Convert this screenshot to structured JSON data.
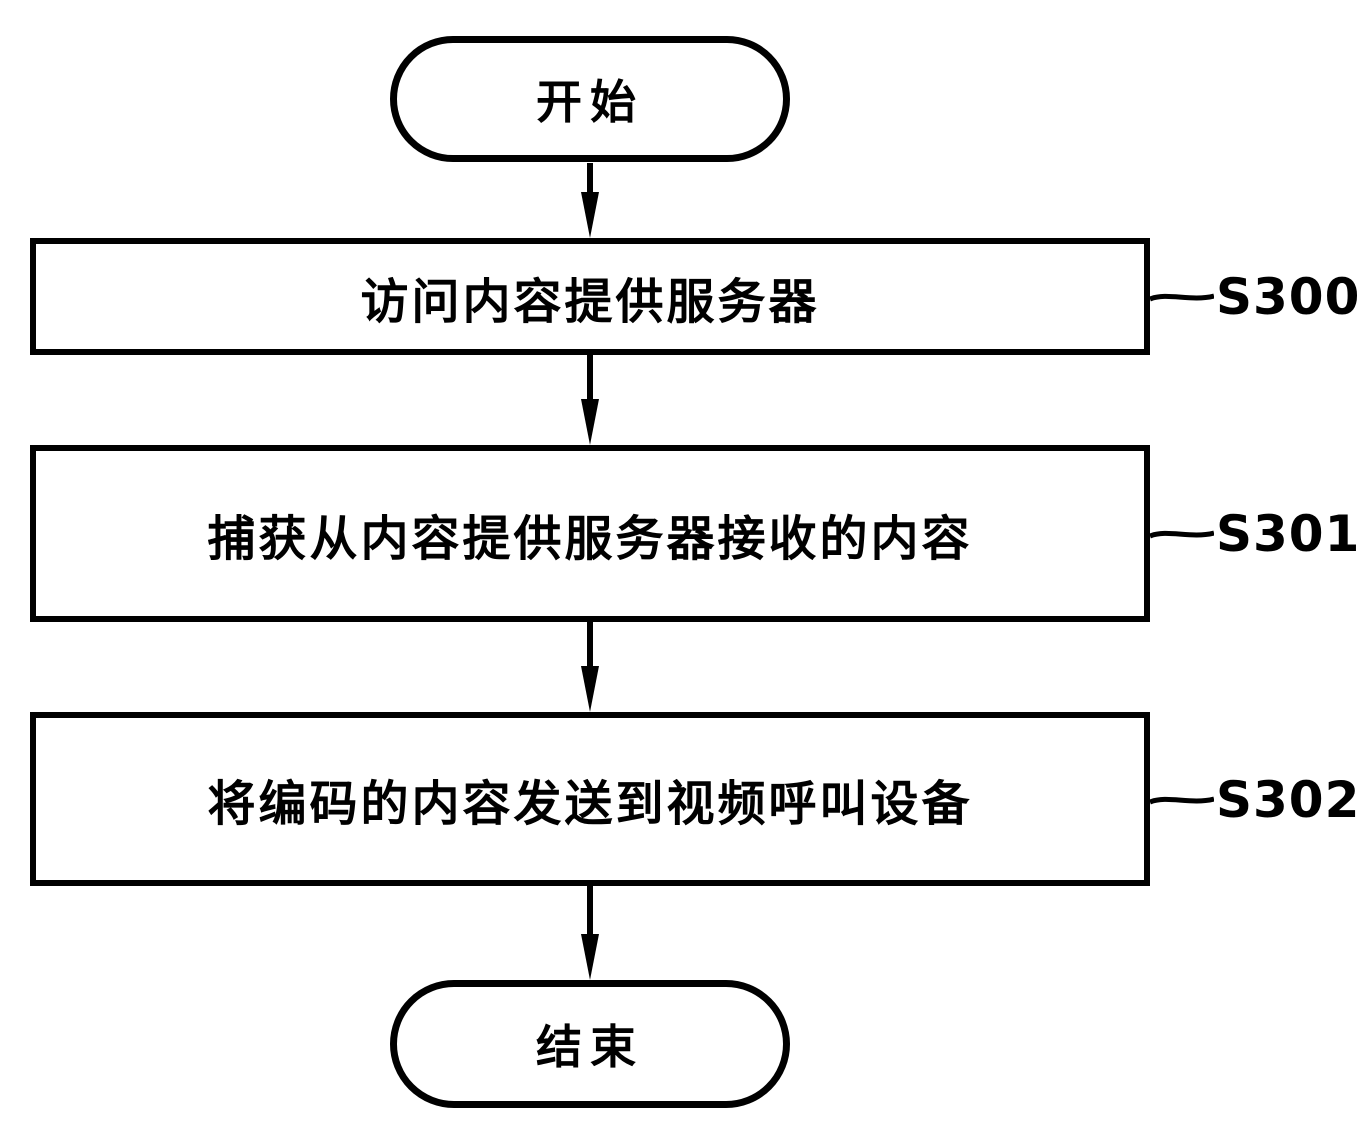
{
  "flowchart": {
    "start_label": "开始",
    "end_label": "结束",
    "steps": [
      {
        "id": "S300",
        "text": "访问内容提供服务器"
      },
      {
        "id": "S301",
        "text": "捕获从内容提供服务器接收的内容"
      },
      {
        "id": "S302",
        "text": "将编码的内容发送到视频呼叫设备"
      }
    ]
  },
  "colors": {
    "line": "#000000",
    "background": "#ffffff"
  }
}
